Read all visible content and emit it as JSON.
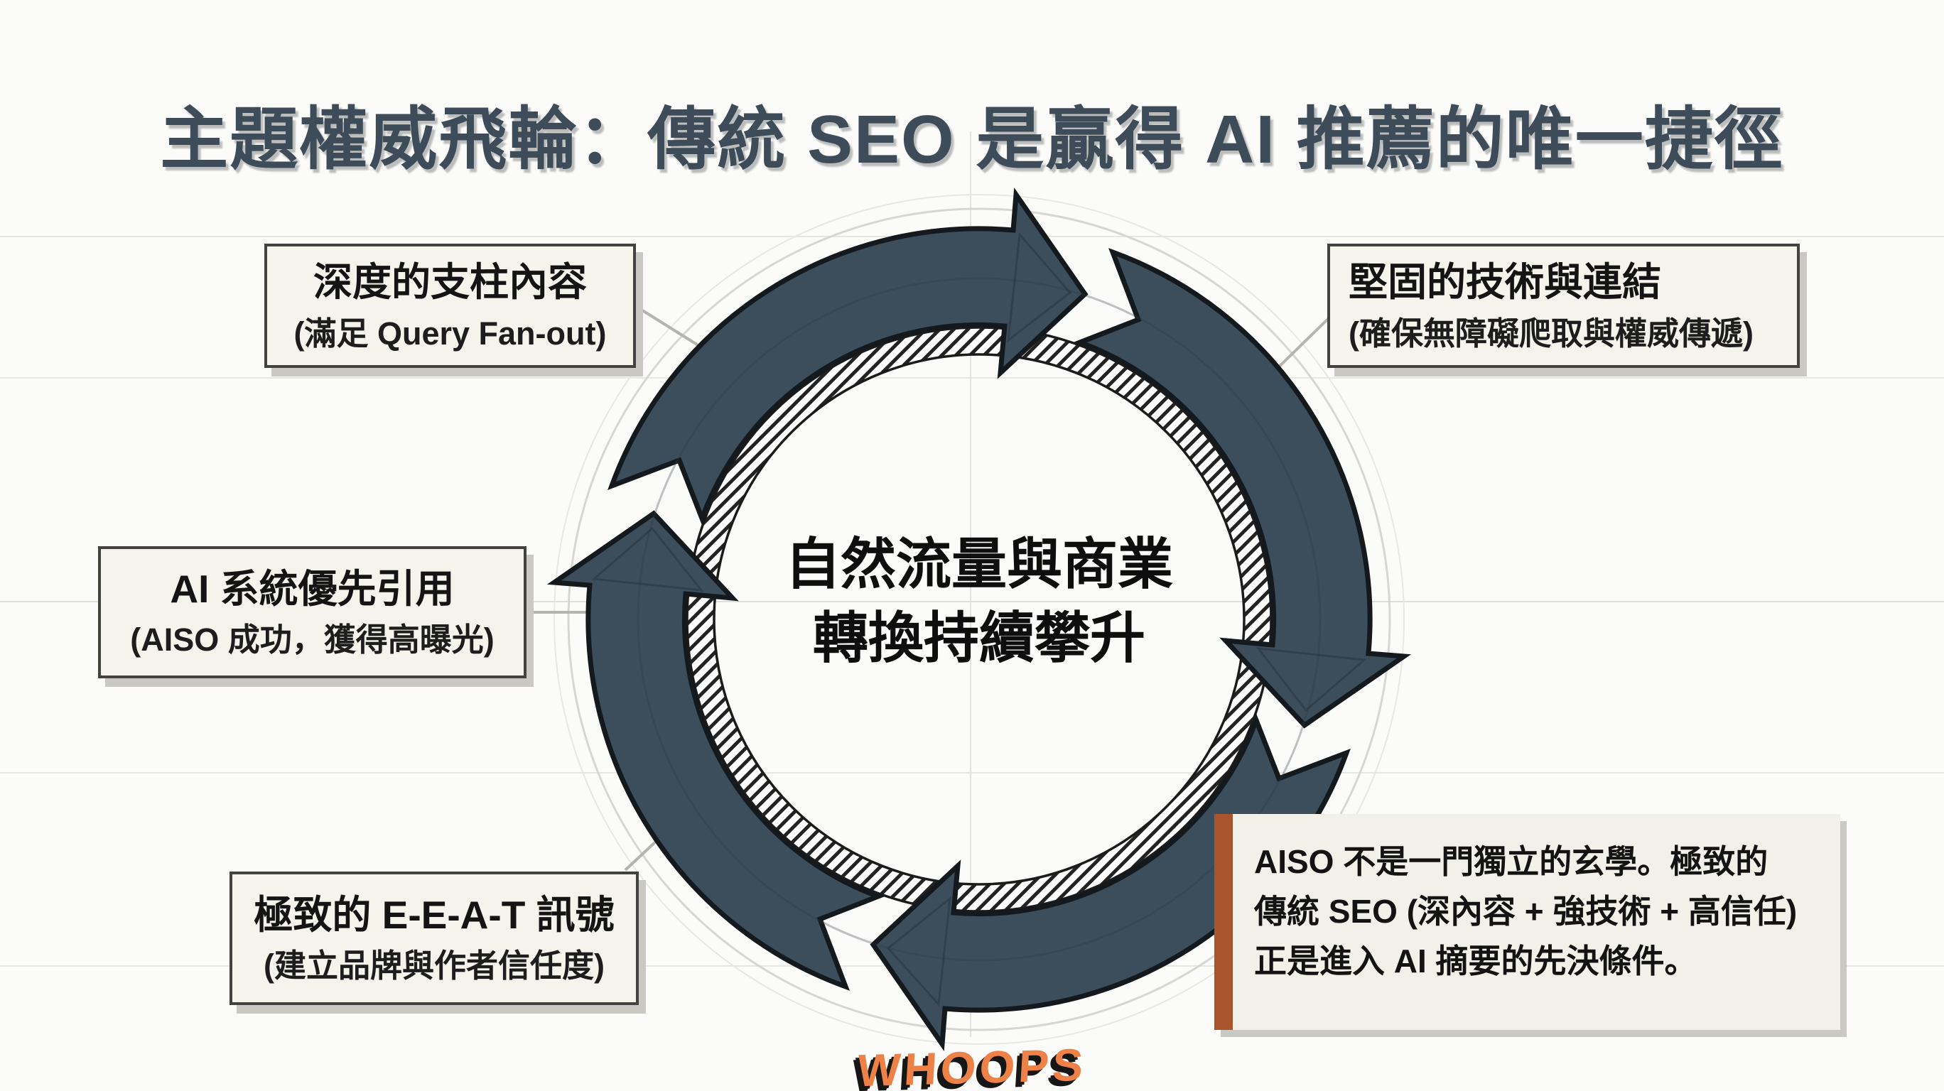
{
  "title": "主題權威飛輪：傳統 SEO 是贏得 AI 推薦的唯一捷徑",
  "flywheel": {
    "center_line1": "自然流量與商業",
    "center_line2": "轉換持續攀升",
    "direction": "clockwise",
    "arrow_count": 4
  },
  "nodes": [
    {
      "id": "pillar-content",
      "position": "top-left",
      "line1": "深度的支柱內容",
      "line2": "(滿足 Query Fan-out)"
    },
    {
      "id": "tech-links",
      "position": "top-right",
      "line1": "堅固的技術與連結",
      "line2": "(確保無障礙爬取與權威傳遞)"
    },
    {
      "id": "ai-citation",
      "position": "middle-left",
      "line1": "AI 系統優先引用",
      "line2": "(AISO 成功，獲得高曝光)"
    },
    {
      "id": "eeat-signals",
      "position": "bottom-left",
      "line1": "極致的 E-E-A-T 訊號",
      "line2": "(建立品牌與作者信任度)"
    }
  ],
  "callout": {
    "line1": "AISO 不是一門獨立的玄學。極致的",
    "line2": "傳統 SEO (深內容 + 強技術 + 高信任)",
    "line3": "正是進入 AI 摘要的先決條件。"
  },
  "watermark": {
    "text": "WHOOPS"
  },
  "colors": {
    "arrow_slate": "#3C4E5C",
    "arrow_outline": "#14191E",
    "box_background": "#F4F3EC",
    "box_border": "#424240",
    "callout_bar_orange": "#A8552D",
    "watermark_orange": "#ED8147",
    "title_color": "#3E4B59",
    "sketch_line_gray": "#D7D6D1",
    "page_background": "#FBFBF9"
  }
}
